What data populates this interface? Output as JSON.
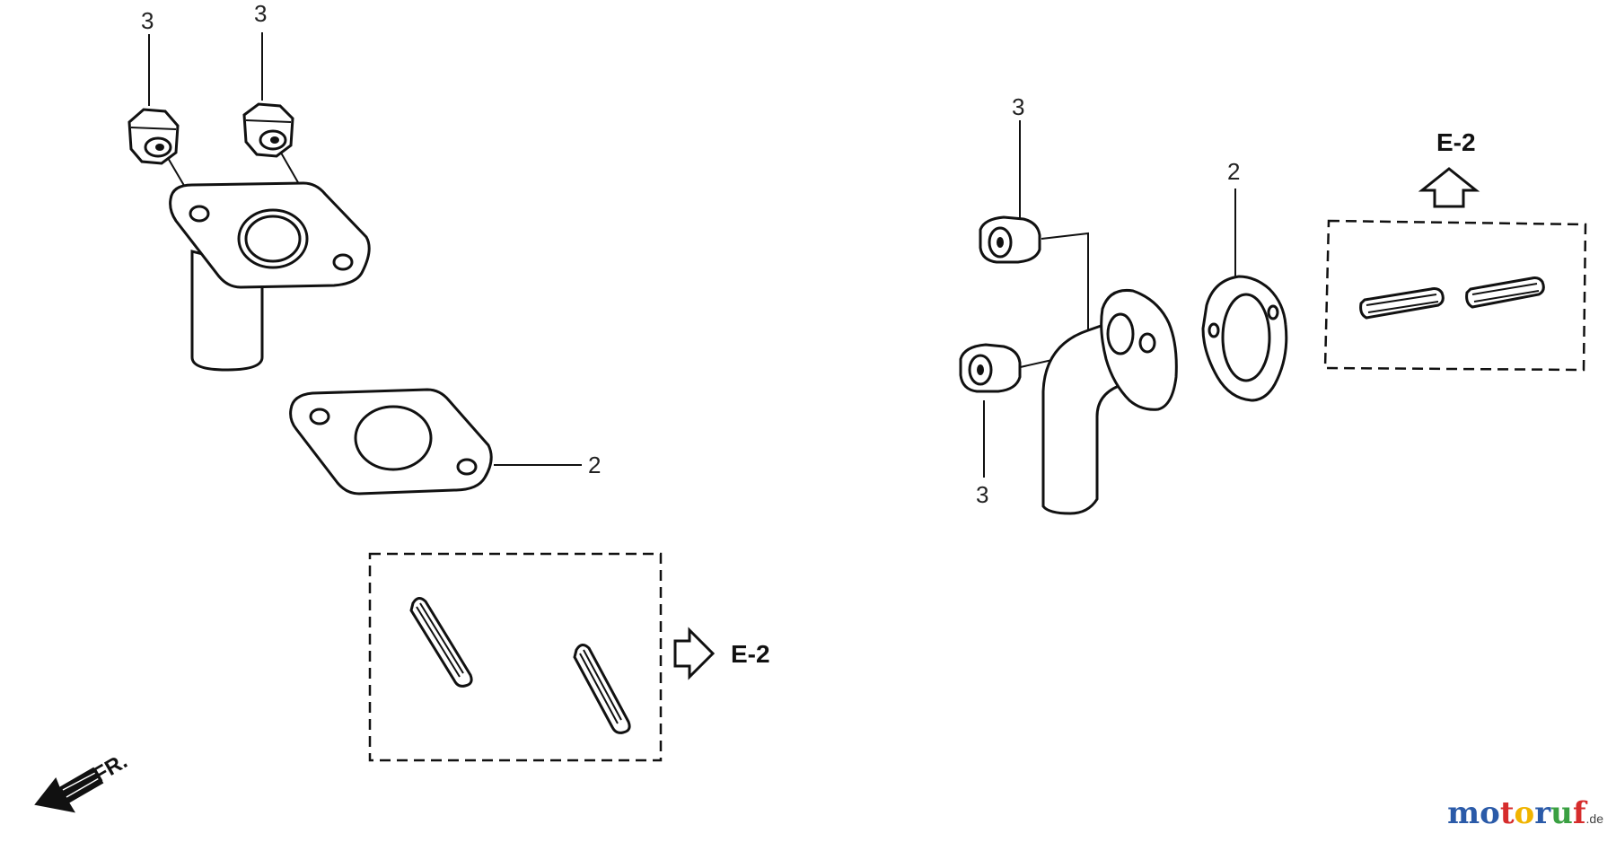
{
  "diagram": {
    "left_assembly": {
      "callouts": [
        "3",
        "3",
        "2"
      ],
      "reference_label": "E-2"
    },
    "right_assembly": {
      "callouts": [
        "3",
        "3",
        "2"
      ],
      "reference_label": "E-2"
    },
    "direction_label": "FR."
  },
  "watermark": {
    "letters": [
      {
        "char": "m",
        "color": "#2a5aa8"
      },
      {
        "char": "o",
        "color": "#2a5aa8"
      },
      {
        "char": "t",
        "color": "#d62c2c"
      },
      {
        "char": "o",
        "color": "#f0b400"
      },
      {
        "char": "r",
        "color": "#2a5aa8"
      },
      {
        "char": "u",
        "color": "#3aa042"
      },
      {
        "char": "f",
        "color": "#d62c2c"
      }
    ],
    "suffix": ".de"
  }
}
